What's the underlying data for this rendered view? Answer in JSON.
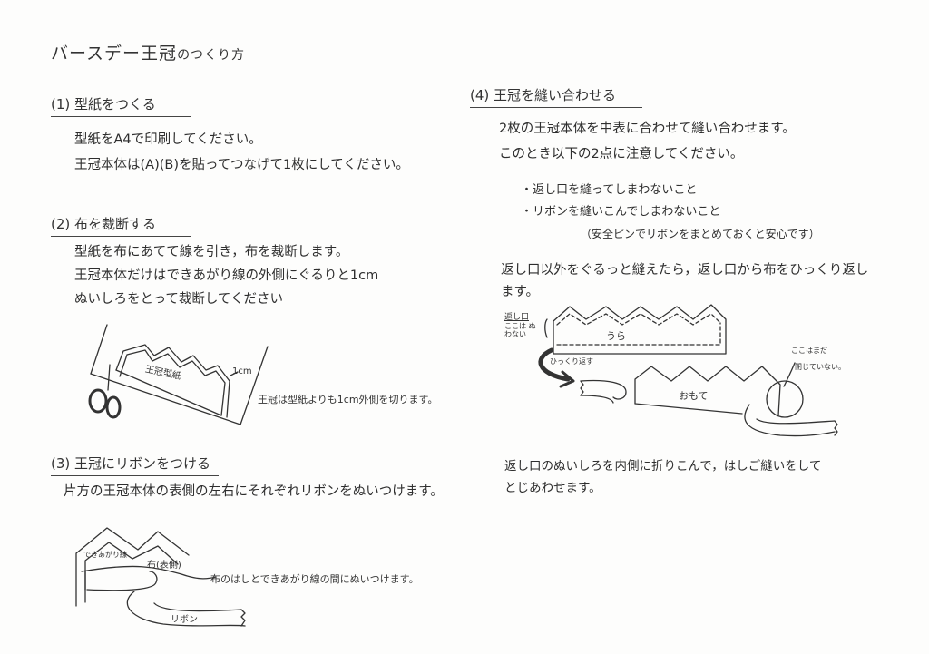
{
  "title": {
    "main": "バースデー王冠",
    "sub": "のつくり方"
  },
  "sections": [
    {
      "heading": "(1) 型紙をつくる",
      "lines": [
        "型紙をA4で印刷してください。",
        "王冠本体は(A)(B)を貼ってつなげて1枚にしてください。"
      ]
    },
    {
      "heading": "(2) 布を裁断する",
      "lines": [
        "型紙を布にあてて線を引き，布を裁断します。",
        "王冠本体だけはできあがり線の外側にぐるりと1cm",
        "ぬいしろをとって裁断してください"
      ],
      "figure": {
        "pattern_label": "王冠型紙",
        "margin_label": "1cm",
        "caption": "王冠は型紙よりも1cm外側を切ります。"
      }
    },
    {
      "heading": "(3) 王冠にリボンをつける",
      "lines": [
        "片方の王冠本体の表側の左右にそれぞれリボンをぬいつけます。"
      ],
      "figure": {
        "finish_line_label": "できあがり線",
        "fabric_label": "布(表側)",
        "ribbon_label": "リボン",
        "caption": "布のはしとできあがり線の間にぬいつけます。"
      }
    },
    {
      "heading": "(4) 王冠を縫い合わせる",
      "lines": [
        "2枚の王冠本体を中表に合わせて縫い合わせます。",
        "このとき以下の2点に注意してください。"
      ],
      "bullets": [
        "・返し口を縫ってしまわないこと",
        "・リボンを縫いこんでしまわないこと"
      ],
      "note": "（安全ピンでリボンをまとめておくと安心です）",
      "after": [
        "返し口以外をぐるっと縫えたら，返し口から布をひっくり返し",
        "ます。"
      ],
      "figure": {
        "opening_label": "返し口",
        "opening_note": "ここは ぬわない",
        "back_label": "うら",
        "flip_label": "ひっくり返す",
        "front_label": "おもて",
        "open_note_1": "ここはまだ",
        "open_note_2": "閉じていない。"
      },
      "final": [
        "返し口のぬいしろを内側に折りこんで，はしご縫いをして",
        "とじあわせます。"
      ]
    }
  ]
}
